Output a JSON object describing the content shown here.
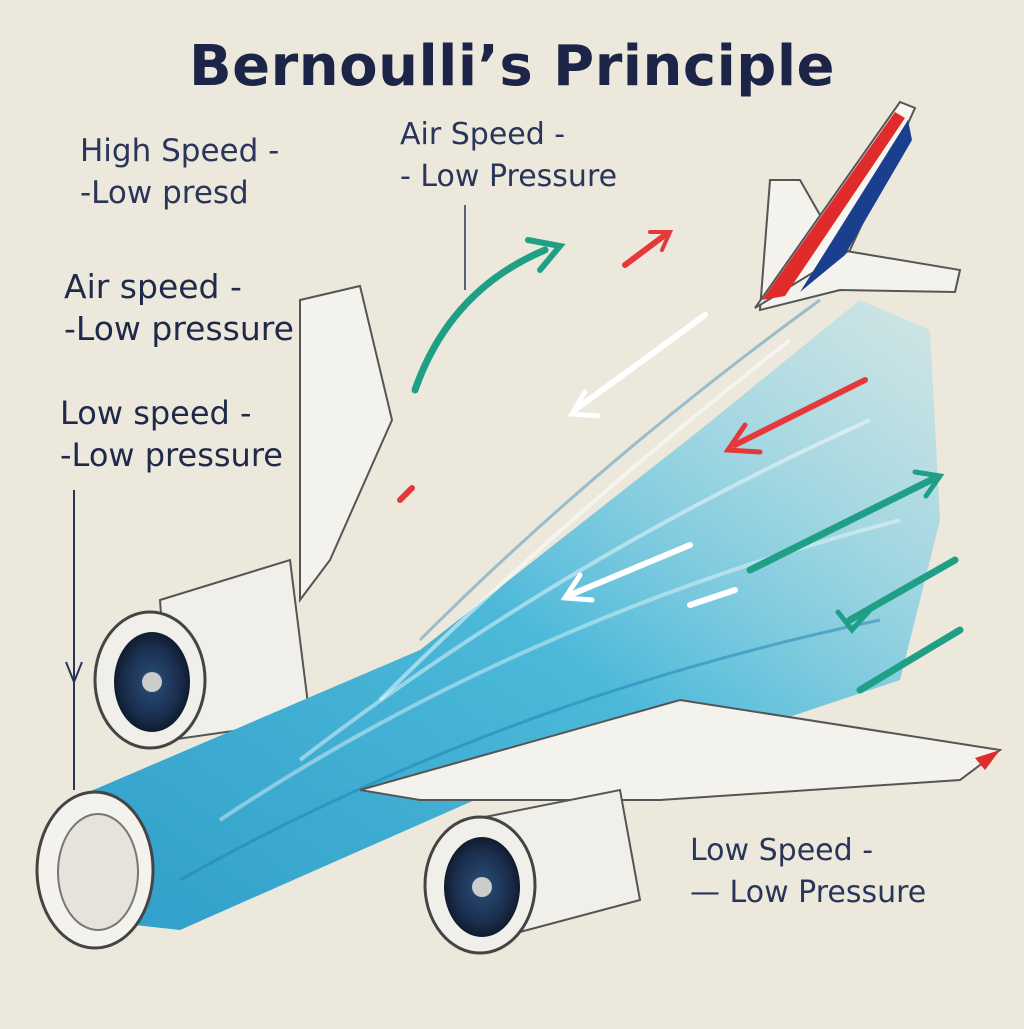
{
  "title": "Bernoulli’s Principle",
  "labels": [
    {
      "line1": "High Speed -",
      "line2": "-Low presd"
    },
    {
      "line1": "Air Speed -",
      "line2": "- Low Pressure"
    },
    {
      "line1": "Air speed -",
      "line2": "-Low pressure"
    },
    {
      "line1": "Low speed -",
      "line2": "-Low pressure"
    },
    {
      "line1": "Low Speed -",
      "line2": "— Low Pressure"
    }
  ],
  "colors": {
    "background": "#ece8dc",
    "airflow": "#3aa9cf",
    "airflow_light": "#8fd3e8",
    "arrow_green": "#1f9f86",
    "arrow_red": "#e5383b",
    "tail_red": "#e02b2b",
    "tail_blue": "#1b3f8f",
    "text": "#1f2a4a"
  }
}
